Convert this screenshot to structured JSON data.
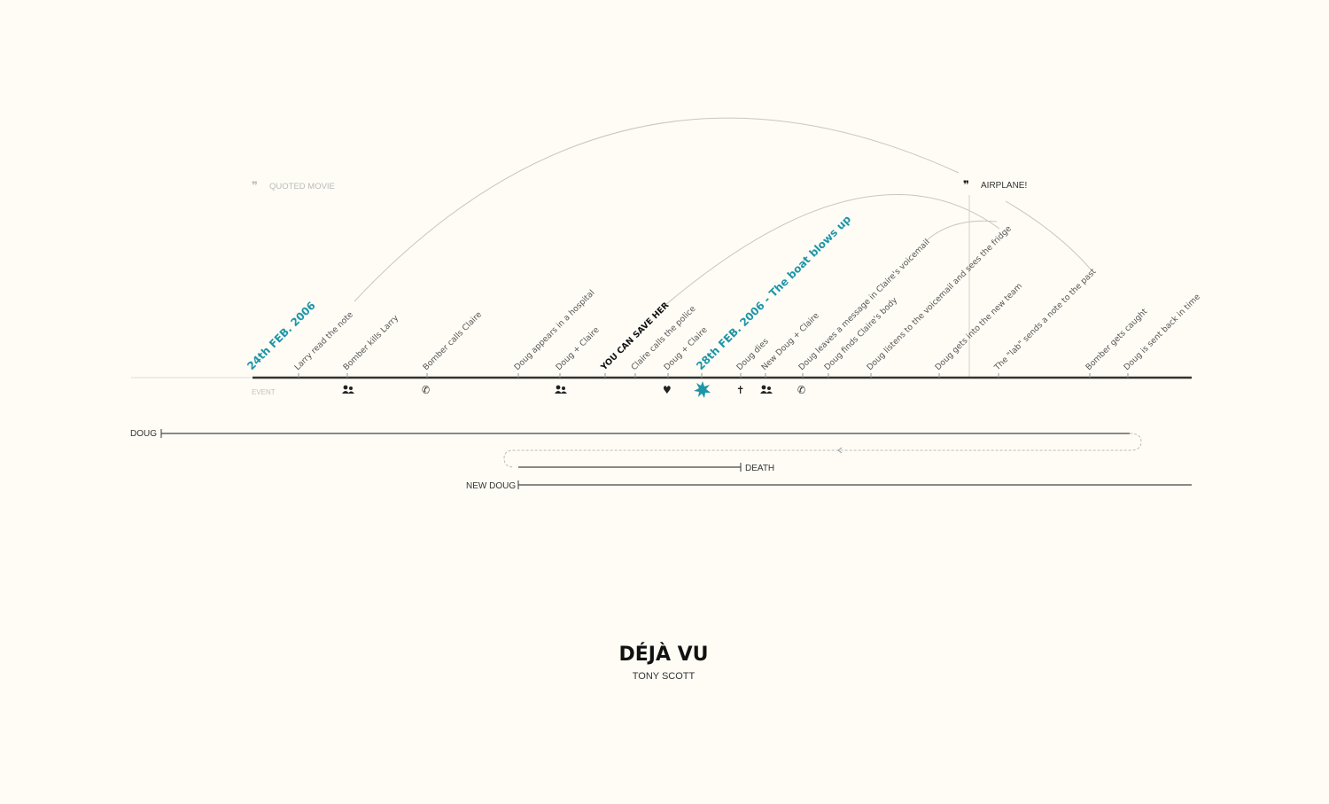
{
  "legend": {
    "quoted_movie": "QUOTED MOVIE",
    "event": "EVENT"
  },
  "quote": {
    "text": "AIRPLANE!"
  },
  "events": [
    "24th FEB. 2006",
    "Larry read the note",
    "Bomber kills Larry",
    "Bomber calls Claire",
    "Doug appears in a hospital",
    "Doug + Claire",
    "YOU CAN SAVE HER",
    "Claire calls the police",
    "Doug + Claire",
    "28th FEB. 2006 - The boat blows up",
    "Doug dies",
    "New Doug + Claire",
    "Doug leaves a message in Claire's voicemail",
    "Doug finds Claire's body",
    "Doug listens to the voicemail and sees the fridge",
    "Doug gets into the new team",
    "The \"lab\" sends a note to the past",
    "Bomber gets caught",
    "Doug is sent back in time"
  ],
  "tracks": {
    "doug": "DOUG",
    "death": "DEATH",
    "new_doug": "NEW DOUG"
  },
  "colors": {
    "accent": "#1e95a8",
    "line": "#333333",
    "background": "#fefcf5"
  },
  "title": "DÉJÀ VU",
  "director": "TONY SCOTT"
}
